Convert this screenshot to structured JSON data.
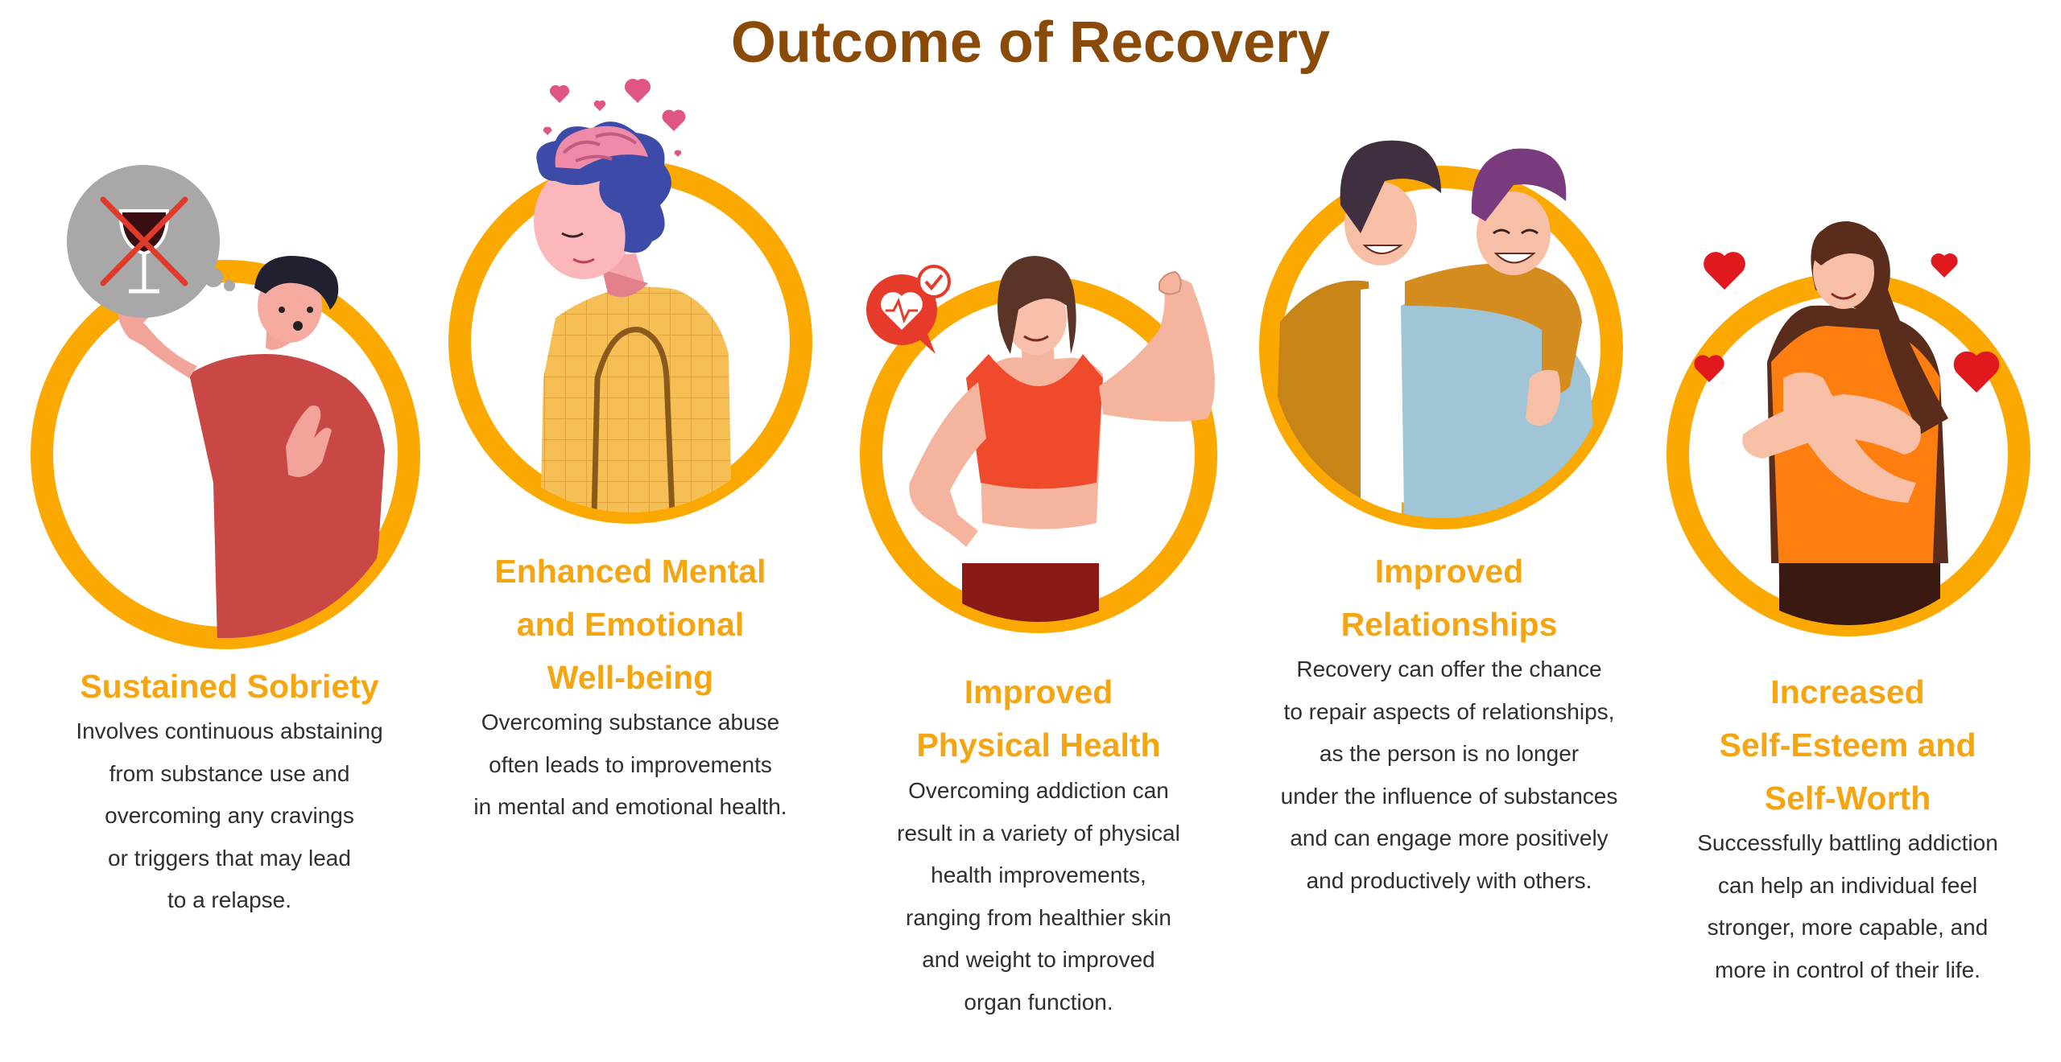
{
  "title": "Outcome of Recovery",
  "colors": {
    "title": "#8a4a08",
    "heading": "#f5a511",
    "ring": "#fba800",
    "body_text": "#2f2f2f"
  },
  "items": [
    {
      "illustration": "man-refusing-wine",
      "heading": [
        "Sustained Sobriety"
      ],
      "body": [
        "Involves continuous abstaining",
        "from substance use and",
        "overcoming any cravings",
        "or triggers that may lead",
        "to a relapse."
      ]
    },
    {
      "illustration": "happy-brain-hearts",
      "heading": [
        "Enhanced Mental",
        "and Emotional",
        "Well-being"
      ],
      "body": [
        "Overcoming substance abuse",
        "often leads to improvements",
        "in mental and emotional health."
      ]
    },
    {
      "illustration": "strong-woman-heartbeat",
      "heading": [
        "Improved",
        "Physical Health"
      ],
      "body": [
        "Overcoming addiction can",
        "result in a variety of physical",
        "health improvements,",
        "ranging from healthier skin",
        "and weight to improved",
        "organ function."
      ]
    },
    {
      "illustration": "two-friends-hugging",
      "heading": [
        "Improved",
        "Relationships"
      ],
      "body": [
        "Recovery can offer the chance",
        "to repair aspects of relationships,",
        "as the person is no longer",
        "under the influence of substances",
        "and can engage more positively",
        "and productively with others."
      ]
    },
    {
      "illustration": "woman-self-hug-hearts",
      "heading": [
        "Increased",
        "Self-Esteem and",
        "Self-Worth"
      ],
      "body": [
        "Successfully battling addiction",
        "can help an individual feel",
        "stronger, more capable, and",
        "more in control of their life."
      ]
    }
  ]
}
